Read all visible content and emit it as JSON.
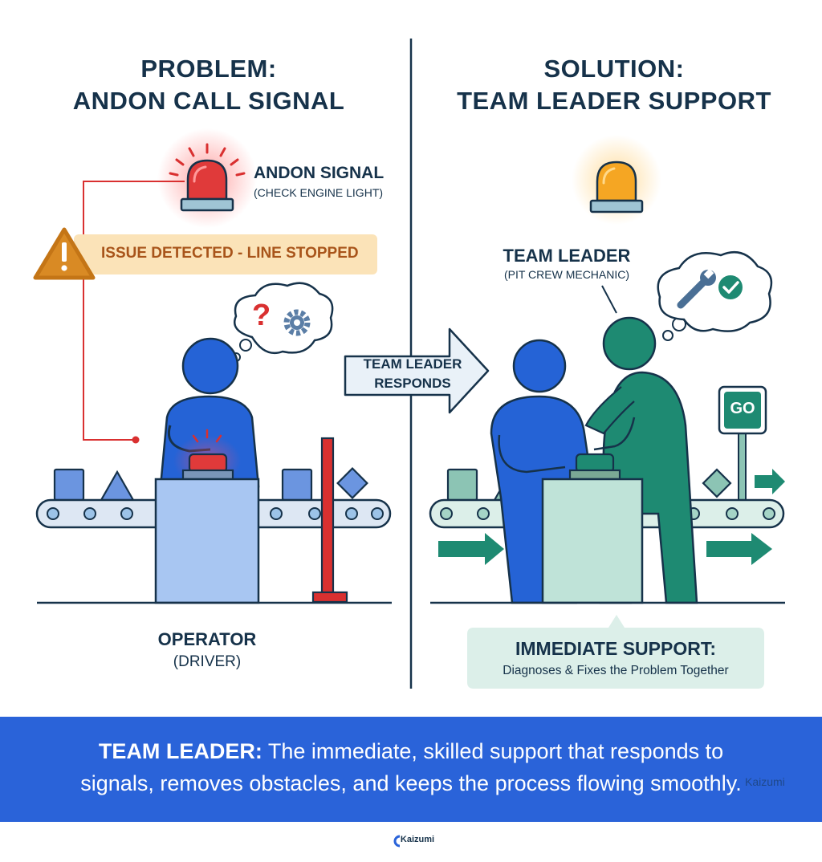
{
  "problem": {
    "title_line1": "PROBLEM:",
    "title_line2": "ANDON CALL SIGNAL",
    "signal_title": "ANDON SIGNAL",
    "signal_subtitle": "(CHECK ENGINE LIGHT)",
    "alert_text": "ISSUE DETECTED - LINE STOPPED",
    "operator_title": "OPERATOR",
    "operator_subtitle": "(DRIVER)",
    "thought_symbol": "?"
  },
  "transition": {
    "line1": "TEAM LEADER",
    "line2": "RESPONDS"
  },
  "solution": {
    "title_line1": "SOLUTION:",
    "title_line2": "TEAM LEADER SUPPORT",
    "leader_title": "TEAM LEADER",
    "leader_subtitle": "(PIT CREW MECHANIC)",
    "go_sign": "GO",
    "support_title": "IMMEDIATE SUPPORT:",
    "support_subtitle": "Diagnoses & Fixes the Problem Together"
  },
  "banner": {
    "lead": "TEAM LEADER:",
    "line1_rest": " The immediate, skilled support that responds to",
    "line2": "signals, removes obstacles, and keeps the process flowing smoothly."
  },
  "watermark": "Kaizumi",
  "footer_brand": "Kaizumi",
  "colors": {
    "navy": "#16324a",
    "red": "#d93030",
    "amber": "#f5a623",
    "warning": "#d98a24",
    "blue_person": "#2563d6",
    "teal_person": "#1e8a72",
    "banner": "#2a63d9"
  }
}
